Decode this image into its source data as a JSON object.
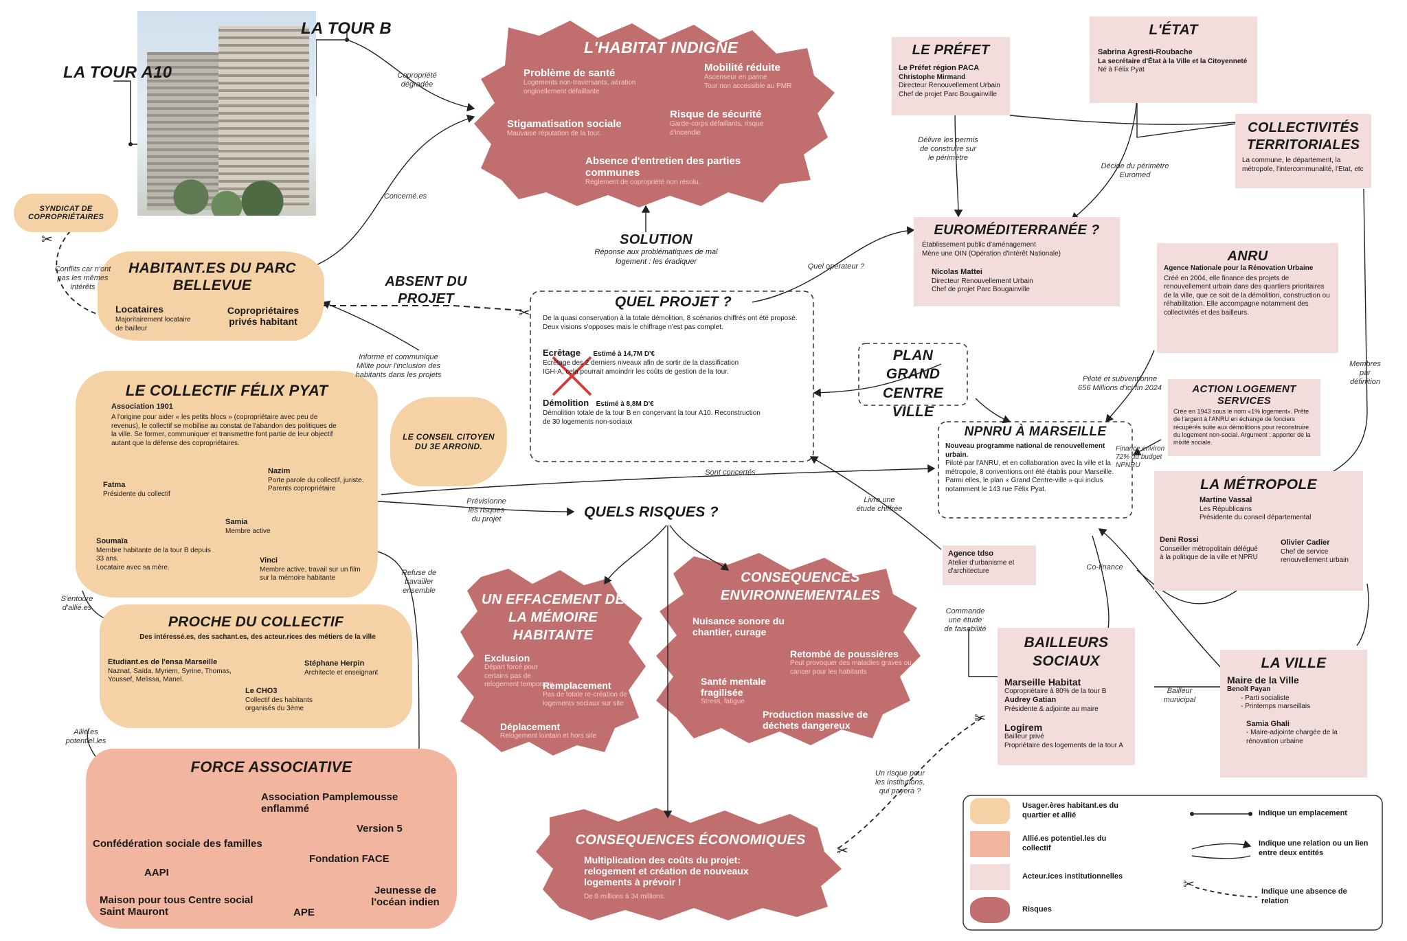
{
  "colors": {
    "usager": "#f5d2a6",
    "allie": "#f2b6a0",
    "institution": "#f2dcdc",
    "risque": "#c16f6e"
  },
  "towers": {
    "tour_b": "LA TOUR B",
    "tour_a10": "LA TOUR A10"
  },
  "habitat": {
    "title": "L'HABITAT INDIGNE",
    "items": [
      {
        "head": "Problème de santé",
        "sub": "Logements non-traversants, aération originellement défaillante"
      },
      {
        "head": "Mobilité réduite",
        "sub": "Ascenseur en panne\nTour non accessible au PMR"
      },
      {
        "head": "Stigamatisation sociale",
        "sub": "Mauvaise réputation de la tour."
      },
      {
        "head": "Risque de sécurité",
        "sub": "Garde-corps défaillants, risque d'incendie"
      },
      {
        "head": "Absence d'entretien des parties communes",
        "sub": "Règlement de copropriété non résolu."
      }
    ]
  },
  "syndicat": "SYNDICAT DE COPROPRIÉTAIRES",
  "bellevue": {
    "title": "HABITANT.ES DU PARC BELLEVUE",
    "locataires": "Locataires",
    "locataires_sub": "Majoritairement locataire de bailleur",
    "coproprietaires": "Copropriétaires privés habitant"
  },
  "absent": "ABSENT DU PROJET",
  "solution": {
    "title": "SOLUTION",
    "sub": "Réponse aux problématiques de mal logement : les éradiquer"
  },
  "projet": {
    "title": "QUEL PROJET ?",
    "intro": "De la quasi conservation à la totale démolition, 8 scénarios chiffrés ont été proposé. Deux visions s'opposes mais le chiffrage n'est pas complet.",
    "ecretage": "Ecrêtage",
    "ecretage_cost": "Estimé à 14,7M D'€",
    "ecretage_text": "Ecrêtage des 2 derniers niveaux afin de sortir de la classification IGH-A, cela pourrait amoindrir les coûts de gestion de la tour.",
    "demolition": "Démolition",
    "demolition_cost": "Estimé à 8,8M D'€",
    "demolition_text": "Démolition totale de la tour B en conçervant la tour A10. Reconstruction de 30 logements non-sociaux"
  },
  "collectif": {
    "title": "LE COLLECTIF FÉLIX PYAT",
    "assoc": "Association 1901",
    "desc": "A l'origine pour aider « les petits blocs » (copropriétaire avec peu de revenus), le collectif se mobilise au constat de l'abandon des politiques de la ville. Se former, communiquer et transmettre font partie de leur objectif autant que la défense des copropriétaires.",
    "members": [
      {
        "name": "Nazim",
        "role": "Porte parole du collectif, juriste.\nParents copropriétaire"
      },
      {
        "name": "Fatma",
        "role": "Présidente du collectif"
      },
      {
        "name": "Samia",
        "role": "Membre active"
      },
      {
        "name": "Soumaïa",
        "role": "Membre habitante de la tour B depuis 33 ans.\nLocataire avec sa mère."
      },
      {
        "name": "Vinci",
        "role": "Membre active, travail sur un film sur la mémoire habitante"
      }
    ]
  },
  "conseil": "LE CONSEIL CITOYEN DU 3E ARROND.",
  "plan": "PLAN GRAND CENTRE VILLE",
  "risques": "QUELS RISQUES ?",
  "proche": {
    "title": "PROCHE DU COLLECTIF",
    "sub": "Des intéressé.es, des sachant.es, des acteur.rices des métiers de la ville",
    "g1_name": "Etudiant.es de l'ensa Marseille",
    "g1_list": "Naznat, Saïda, Myriem, Syrine, Thomas, Youssef, Melissa, Manel.",
    "g2_name": "Stéphane Herpin",
    "g2_role": "Architecte et enseignant",
    "g3_name": "Le CHO3",
    "g3_role": "Collectif des habitants organisés du 3ème"
  },
  "force": {
    "title": "FORCE ASSOCIATIVE",
    "items": [
      "Association Pamplemousse enflammé",
      "Version 5",
      "Confédération sociale des familles",
      "Fondation FACE",
      "AAPI",
      "Jeunesse de l'océan indien",
      "Maison pour tous Centre social Saint Mauront",
      "APE"
    ]
  },
  "memoire": {
    "title": "UN EFFACEMENT DE LA MÉMOIRE HABITANTE",
    "items": [
      {
        "head": "Exclusion",
        "sub": "Départ forcé pour certains pas de relogement temporaire"
      },
      {
        "head": "Remplacement",
        "sub": "Pas de totale re-création de logements sociaux sur site"
      },
      {
        "head": "Déplacement",
        "sub": "Relogement lointain et hors site"
      }
    ]
  },
  "envir": {
    "title": "CONSEQUENCES ENVIRONNEMENTALES",
    "items": [
      {
        "head": "Nuisance sonore du chantier, curage",
        "sub": ""
      },
      {
        "head": "Retombé de poussières",
        "sub": "Peut provoquer des maladies graves ou cancer pour les habitants"
      },
      {
        "head": "Santé mentale fragilisée",
        "sub": "Stress, fatigue"
      },
      {
        "head": "Production massive de déchets dangereux",
        "sub": ""
      }
    ]
  },
  "eco": {
    "title": "CONSEQUENCES ÉCONOMIQUES",
    "text": "Multiplication des coûts du projet: relogement et création de nouveaux logements à prévoir !",
    "sub": "De 8 millions à 34 millions."
  },
  "prefet": {
    "title": "LE PRÉFET",
    "name": "Le Préfet région PACA",
    "person": "Christophe Mirmand",
    "role": "Directeur Renouvellement Urbain\nChef de projet Parc Bougainville"
  },
  "etat": {
    "title": "L'ÉTAT",
    "person": "Sabrina Agresti-Roubache",
    "role": "La secrétaire d'État à la Ville et la Citoyenneté",
    "note": "Né à Félix Pyat"
  },
  "collectivites": {
    "title": "COLLECTIVITÉS TERRITORIALES",
    "text": "La commune, le département, la métropole, l'intercommunalité, l'Etat, etc"
  },
  "euromed": {
    "title": "EUROMÉDITERRANÉE ?",
    "text": "Établissement public d'aménagement\nMène une OIN (Opération d'Intérêt Nationale)",
    "person": "Nicolas Mattei",
    "role": "Directeur Renouvellement Urbain\nChef de projet Parc Bougainville"
  },
  "anru": {
    "title": "ANRU",
    "name": "Agence Nationale pour la Rénovation Urbaine",
    "text": "Créé en 2004, elle finance des projets de renouvellement urbain dans des quartiers prioritaires de la ville, que ce soit de la démolition, construction ou réhabilitation. Elle accompagne notamment des collectivités et des bailleurs."
  },
  "action": {
    "title": "ACTION LOGEMENT SERVICES",
    "text": "Crée en 1943 sous le nom «1% logement». Prête de l'argent à l'ANRU en échange de fonciers récupérés suite aux démolitions pour reconstruire du logement non-social. Argument : apporter de la mixité sociale."
  },
  "npnru": {
    "title": "NPNRU À MARSEILLE",
    "name": "Nouveau programme national de renouvellement urbain.",
    "text": "Piloté par l'ANRU, et en collaboration avec la ville et la métropole, 8 conventions ont été établis pour Marseille. Parmi elles, le plan « Grand Centre-ville » qui inclus notamment le 143 rue Félix Pyat."
  },
  "metropole": {
    "title": "LA MÉTROPOLE",
    "p1_name": "Martine Vassal",
    "p1_role": "Les Républicains\nPrésidente du conseil départemental",
    "p2_name": "Deni Rossi",
    "p2_role": "Conseiller métropolitain délégué à la politique de la ville et NPRU",
    "p3_name": "Olivier Cadier",
    "p3_role": "Chef de service renouvellement urbain"
  },
  "agence": {
    "name": "Agence tdso",
    "role": "Atelier d'urbanisme et d'architecture"
  },
  "bailleurs": {
    "title": "BAILLEURS SOCIAUX",
    "b1": "Marseille Habitat",
    "b1_text": "Copropriétaire à 80% de la tour B",
    "b1_person": "Audrey Gatian",
    "b1_role": "Présidente & adjointe au maire",
    "b2": "Logirem",
    "b2_text": "Bailleur privé\nPropriétaire des logements de la tour A"
  },
  "ville": {
    "title": "LA VILLE",
    "role": "Maire de la Ville",
    "person": "Benoît Payan",
    "parti1": "Parti socialiste",
    "parti2": "Printemps marseillais",
    "p2_name": "Samia Ghali",
    "p2_role": "Maire-adjointe chargée de la rénovation urbaine"
  },
  "edges": {
    "copro": "Copropriété\ndégradée",
    "concernes": "Concerné.es",
    "conflits": "Conflits car n'ont\npas les mêmes\nintérêts",
    "informe": "Informe et communique\nMilite pour l'inclusion des\nhabitants dans les projets",
    "prevision": "Prévisionne\nles risques\ndu projet",
    "sont": "Sont concertés",
    "refuse": "Refuse de\ntravailler\nensemble",
    "entoure": "S'entoure\nd'allié.es",
    "allie": "Allié.es\npotentiel.les",
    "delivre": "Délivre les permis\nde construire sur\nle périmètre",
    "decide": "Décide du périmètre\nEuromed",
    "operateur": "Quel opérateur ?",
    "pilote": "Piloté et subventionne\n656 Millions d'ici fin 2024",
    "finance": "Finance environ\n72% du budget\nNPNRU",
    "membres": "Membres\npar\ndéfinition",
    "livre": "Livre une\nétude chiffrée",
    "commande": "Commande\nune étude\nde faisabilité",
    "cofinance": "Co-finance",
    "municipal": "Bailleur\nmunicipal",
    "institutions": "Un risque pour\nles institutions,\nqui payera ?"
  },
  "legend": {
    "usager": "Usager.ères habitant.es du quartier et allié",
    "allie": "Allié.es potentiel.les du collectif",
    "acteurs": "Acteur.ices institutionnelles",
    "risques": "Risques",
    "emplacement": "Indique un emplacement",
    "relation": "Indique une relation ou un lien entre deux entités",
    "absence": "Indique une absence de relation"
  }
}
